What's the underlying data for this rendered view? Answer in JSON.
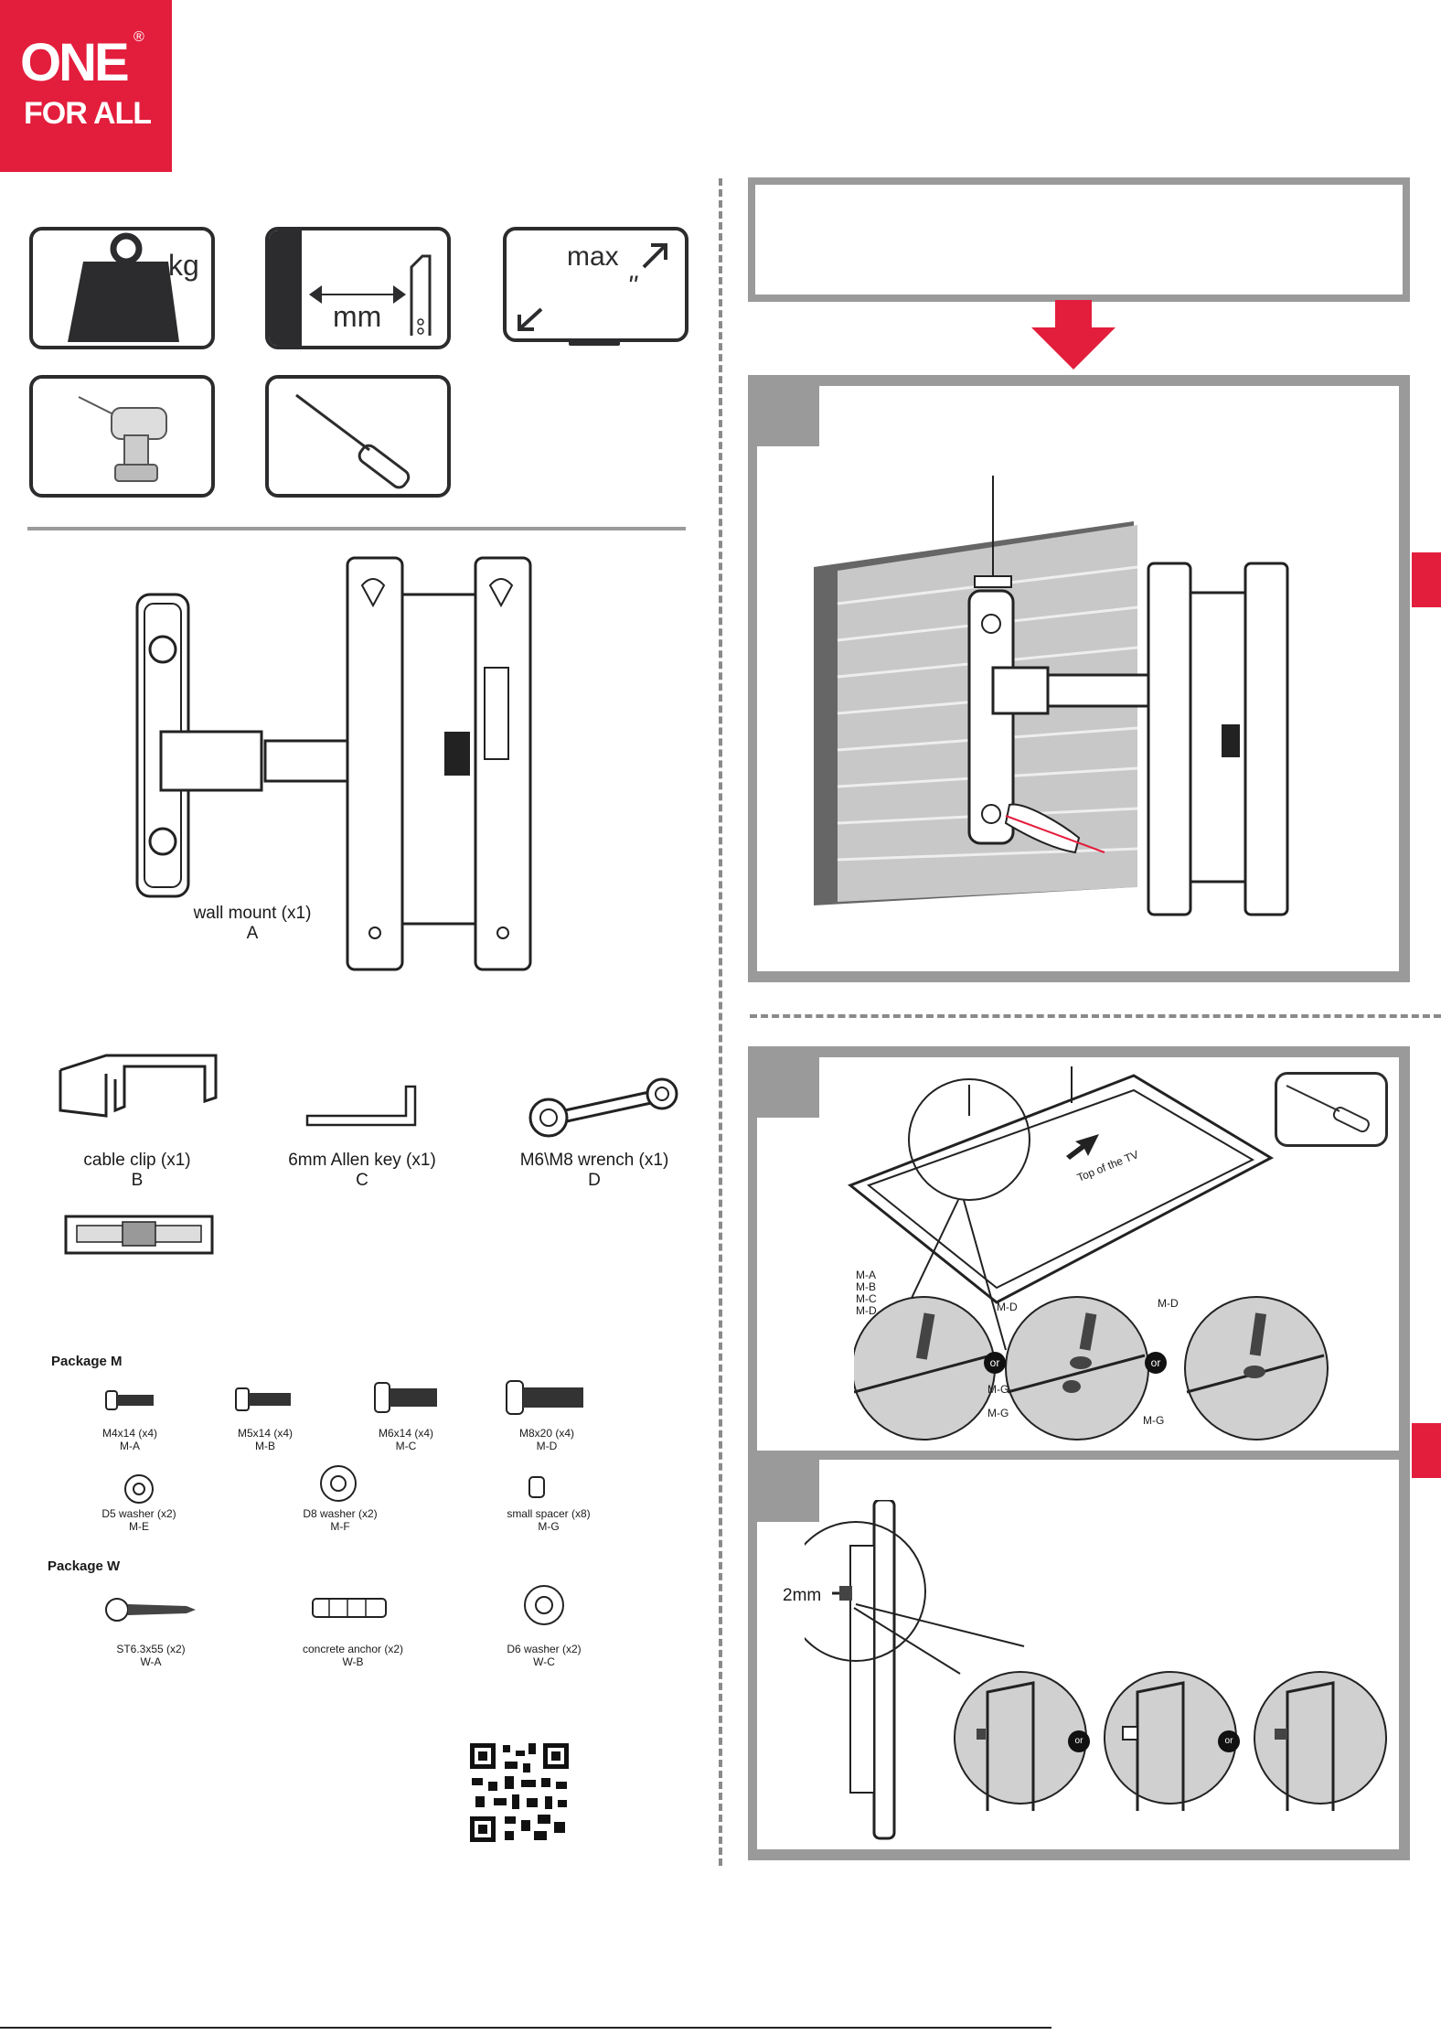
{
  "brand": {
    "line1": "ONE",
    "line2": "FOR ALL",
    "reg": "®"
  },
  "icons": {
    "weight_unit": "kg",
    "spacing_unit": "mm",
    "screen_max": "max",
    "screen_inch": "\"",
    "tools": [
      "drill-icon",
      "screwdriver-icon"
    ]
  },
  "parts": {
    "wall_mount": {
      "name": "wall mount  (x1)",
      "code": "A"
    },
    "cable_clip": {
      "name": "cable clip (x1)",
      "code": "B"
    },
    "allen_key": {
      "name": "6mm Allen key (x1)",
      "code": "C"
    },
    "wrench": {
      "name": "M6\\M8 wrench (x1)",
      "code": "D"
    }
  },
  "package_m": {
    "title": "Package M",
    "items": [
      {
        "name": "M4x14 (x4)",
        "code": "M-A"
      },
      {
        "name": "M5x14 (x4)",
        "code": "M-B"
      },
      {
        "name": "M6x14 (x4)",
        "code": "M-C"
      },
      {
        "name": "M8x20 (x4)",
        "code": "M-D"
      },
      {
        "name": "D5 washer (x2)",
        "code": "M-E"
      },
      {
        "name": "D8 washer (x2)",
        "code": "M-F"
      },
      {
        "name": "small spacer (x8)",
        "code": "M-G"
      }
    ]
  },
  "package_w": {
    "title": "Package W",
    "items": [
      {
        "name": "ST6.3x55  (x2)",
        "code": "W-A"
      },
      {
        "name": "concrete anchor (x2)",
        "code": "W-B"
      },
      {
        "name": "D6 washer (x2)",
        "code": "W-C"
      }
    ]
  },
  "diagram_labels": {
    "top_of_tv": "Top of the TV",
    "screw_list": [
      "M-A",
      "M-B",
      "M-C",
      "M-D"
    ],
    "md": "M-D",
    "mg": "M-G",
    "or": "or",
    "gap": "2mm"
  },
  "colors": {
    "brand_red": "#e31d3c",
    "frame_grey": "#9a9a9a",
    "icon_dark": "#2c2c2e"
  }
}
